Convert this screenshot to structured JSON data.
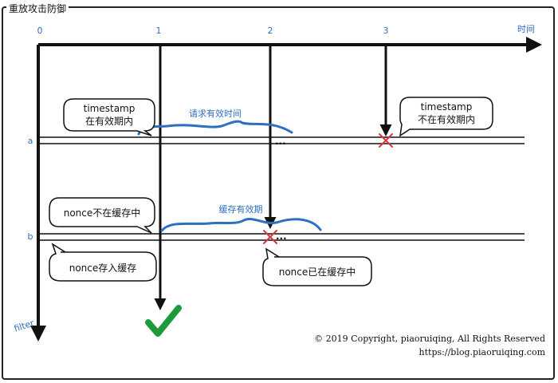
{
  "title": "重放攻击防御",
  "axis": {
    "ticks": [
      "0",
      "1",
      "2",
      "3"
    ],
    "x_label": "时间",
    "y_label": "filter"
  },
  "lanes": {
    "a": "a",
    "b": "b"
  },
  "braces": {
    "request_valid": "请求有效时间",
    "cache_valid": "缓存有效期"
  },
  "callouts": {
    "ts_valid_1": "timestamp",
    "ts_valid_2": "在有效期内",
    "ts_invalid_1": "timestamp",
    "ts_invalid_2": "不在有效期内",
    "nonce_not_in_cache": "nonce不在缓存中",
    "nonce_store": "nonce存入缓存",
    "nonce_in_cache": "nonce已在缓存中"
  },
  "ellipsis": "...",
  "copyright": {
    "line1": "© 2019 Copyright,  piaoruiqing,  All Rights Reserved",
    "line2": "https://blog.piaoruiqing.com"
  },
  "colors": {
    "accent": "#2f6fc0",
    "cross": "#d9363e",
    "check": "#1f9a3a"
  }
}
